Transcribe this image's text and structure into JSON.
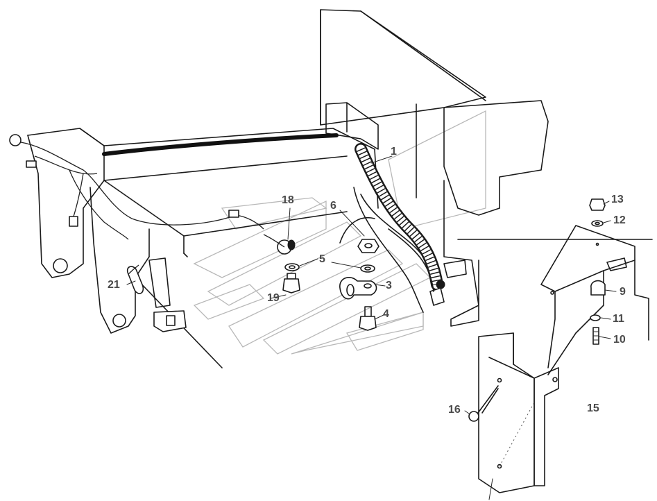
{
  "callouts": {
    "c1": "1",
    "c3": "3",
    "c4": "4",
    "c5": "5",
    "c6": "6",
    "c9": "9",
    "c10": "10",
    "c11": "11",
    "c12": "12",
    "c13": "13",
    "c15": "15",
    "c16": "16",
    "c18": "18",
    "c19": "19",
    "c21": "21"
  },
  "colors": {
    "line": "#1a1a1a",
    "label": "#4a4a4a",
    "watermark": "#b8b8b8"
  }
}
